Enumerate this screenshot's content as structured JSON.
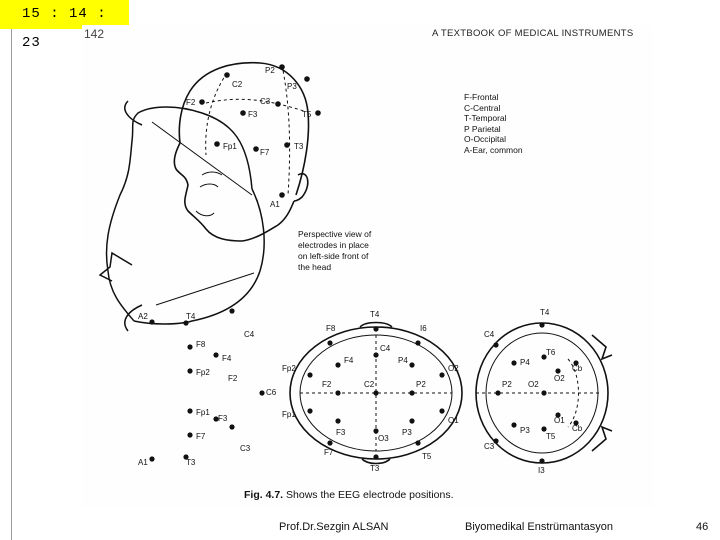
{
  "clock": "15 : 14 : 23",
  "page_number": "142",
  "book_title": "A TEXTBOOK OF MEDICAL INSTRUMENTS",
  "legend": [
    "F-Frontal",
    "C-Central",
    "T-Temporal",
    "P Parietal",
    "O-Occipital",
    "A-Ear, common"
  ],
  "perspective_note": [
    "Perspective view of",
    "electrodes in place",
    "on left-side front of",
    "the head"
  ],
  "caption_bold": "Fig. 4.7.",
  "caption_text": "Shows the EEG electrode positions.",
  "footer": {
    "author": "Prof.Dr.Sezgin ALSAN",
    "course": "Biyomedikal Enstrümantasyon",
    "slide_number": "46"
  },
  "head_labels": [
    "P2",
    "C2",
    "P3",
    "F2",
    "C3",
    "F3",
    "T5",
    "Fp1",
    "F7",
    "T3",
    "A1"
  ],
  "side_view_labels": [
    "A2",
    "T4",
    "C4",
    "F8",
    "F4",
    "Fp2",
    "F2",
    "C6",
    "Fp1",
    "F3",
    "F7",
    "C3",
    "T3",
    "A1"
  ],
  "top_view_labels": [
    "T4",
    "F8",
    "I6",
    "C4",
    "Fp2",
    "F4",
    "P4",
    "O2",
    "F2",
    "C2",
    "P2",
    "Fp1",
    "F3",
    "P3",
    "O1",
    "F7",
    "O3",
    "T5",
    "T3"
  ],
  "back_view_labels": [
    "T4",
    "C4",
    "P4",
    "T6",
    "O2",
    "Cb",
    "P2",
    "O2",
    "O1",
    "P3",
    "T5",
    "Cb",
    "C3",
    "I3"
  ]
}
